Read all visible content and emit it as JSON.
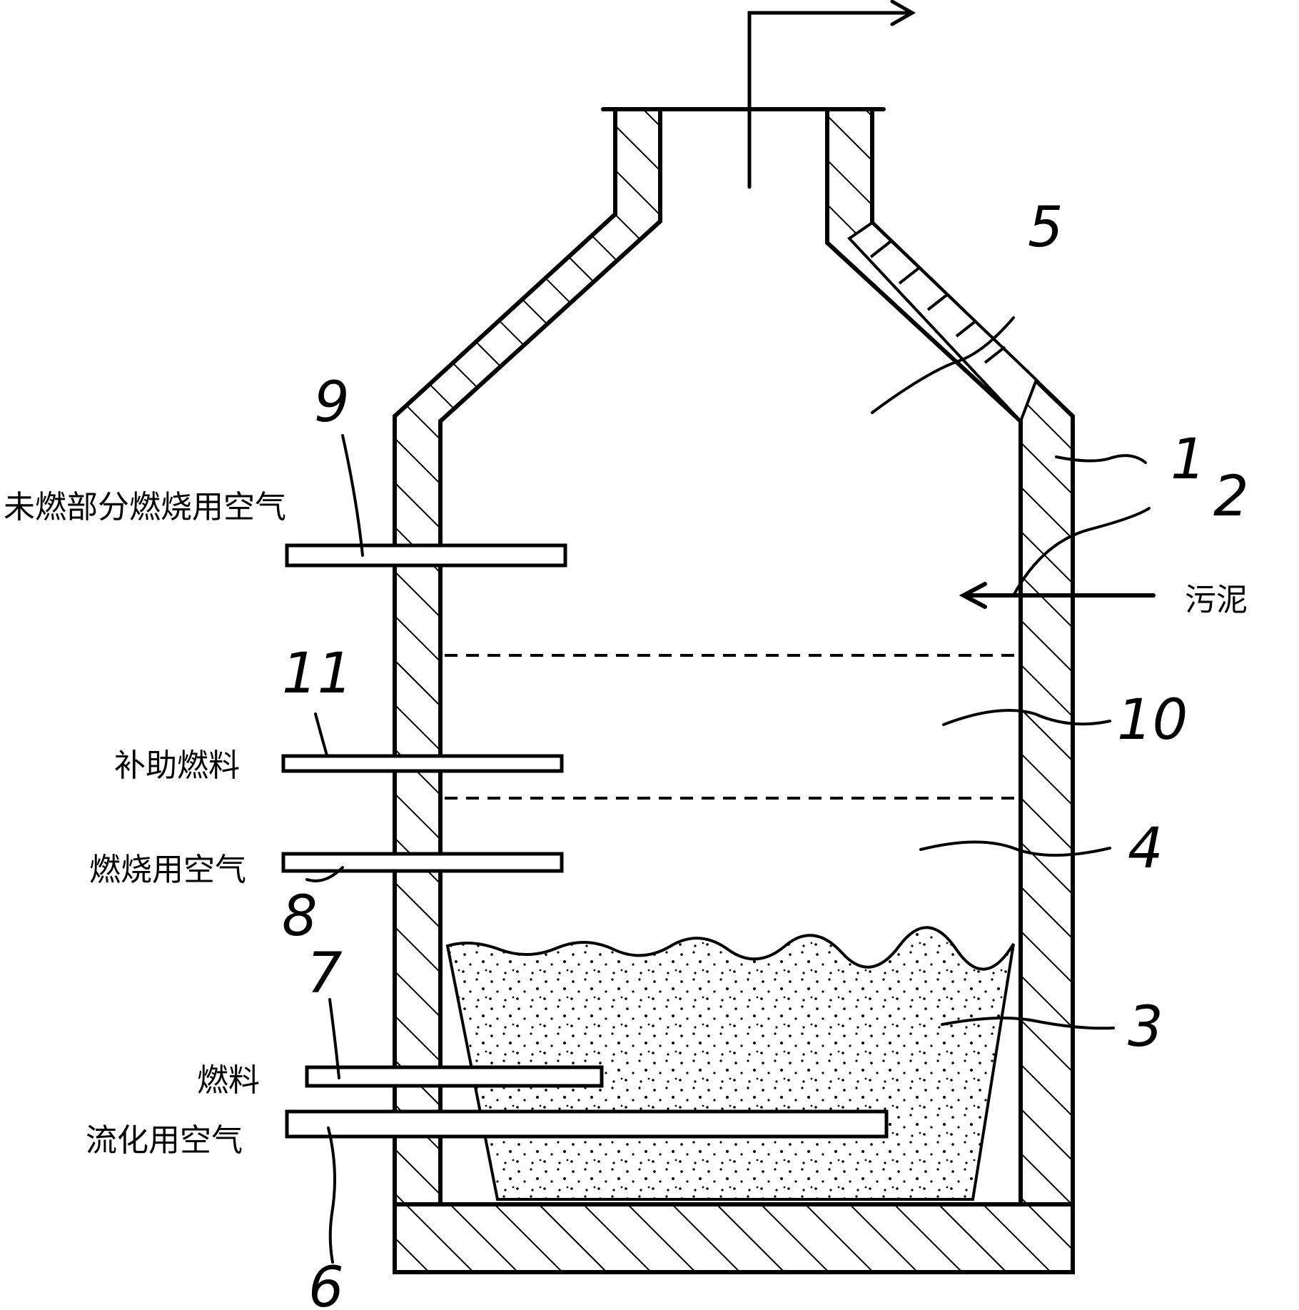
{
  "labels": {
    "unburned_air": "未燃部分燃烧用空气",
    "aux_fuel": "补助燃料",
    "combustion_air": "燃烧用空气",
    "fuel": "燃料",
    "fluidizing_air": "流化用空气",
    "sludge": "污泥"
  },
  "numbers": {
    "n1": "1",
    "n2": "2",
    "n3": "3",
    "n4": "4",
    "n5": "5",
    "n6": "6",
    "n7": "7",
    "n8": "8",
    "n9": "9",
    "n10": "10",
    "n11": "11"
  }
}
